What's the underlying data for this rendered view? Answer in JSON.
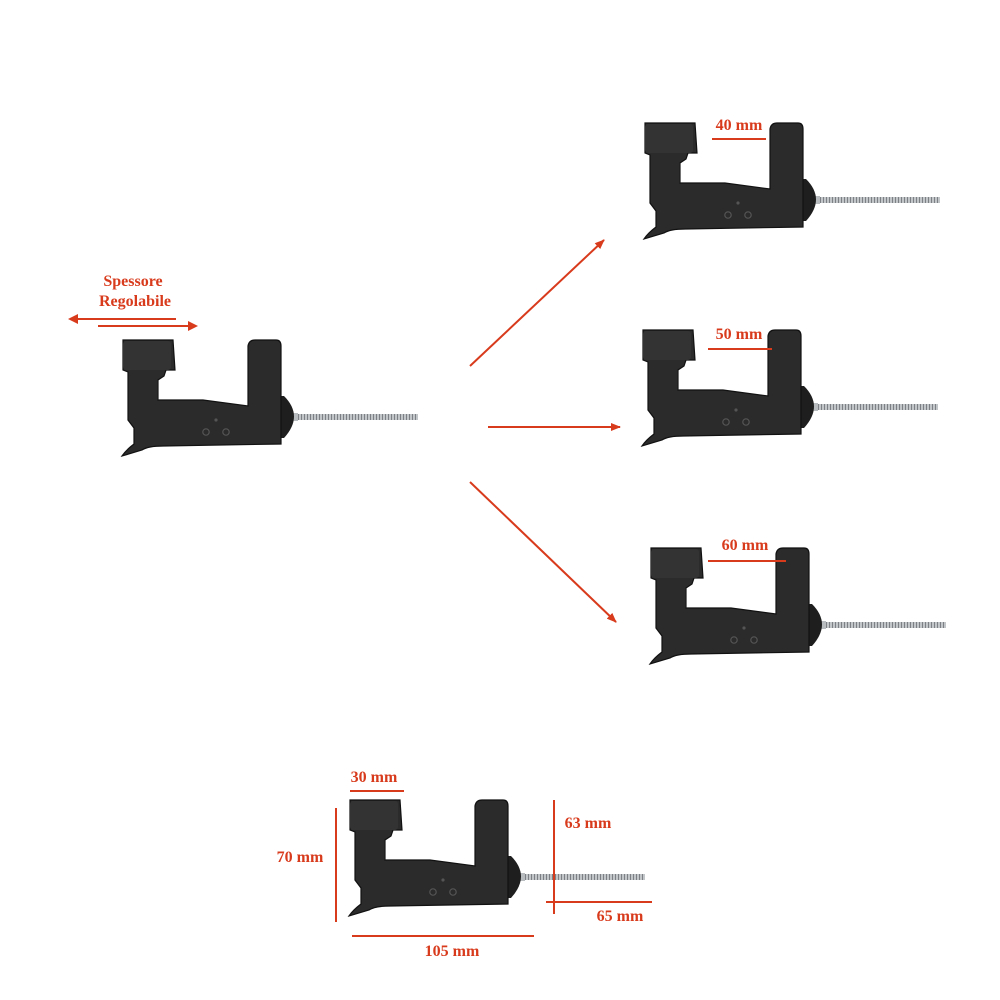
{
  "colors": {
    "annotation": "#d83a1c",
    "clamp_body": "#2b2b2b",
    "clamp_edge": "#111111",
    "screw": "#b9bcbf",
    "background": "#ffffff"
  },
  "main_clamp": {
    "label_line1": "Spessore",
    "label_line2": "Regolabile",
    "icon": "double-arrow-icon"
  },
  "variants": [
    {
      "label": "40 mm"
    },
    {
      "label": "50 mm"
    },
    {
      "label": "60 mm"
    }
  ],
  "dimensions": {
    "jaw_width": "30 mm",
    "total_height": "70 mm",
    "inner_height": "63 mm",
    "screw_length": "65 mm",
    "total_length": "105 mm"
  }
}
